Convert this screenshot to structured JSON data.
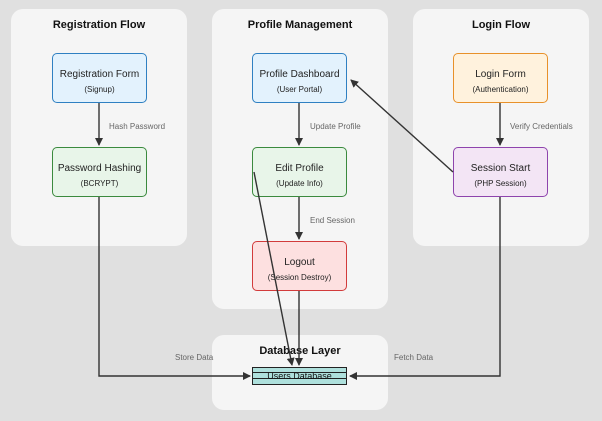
{
  "panels": {
    "registration": "Registration Flow",
    "profile": "Profile Management",
    "login": "Login Flow",
    "database": "Database Layer"
  },
  "nodes": {
    "registration_form": {
      "label": "Registration Form",
      "sub": "(Signup)"
    },
    "password_hashing": {
      "label": "Password Hashing",
      "sub": "(BCRYPT)"
    },
    "profile_dashboard": {
      "label": "Profile Dashboard",
      "sub": "(User Portal)"
    },
    "edit_profile": {
      "label": "Edit Profile",
      "sub": "(Update Info)"
    },
    "logout": {
      "label": "Logout",
      "sub": "(Session Destroy)"
    },
    "login_form": {
      "label": "Login Form",
      "sub": "(Authentication)"
    },
    "session_start": {
      "label": "Session Start",
      "sub": "(PHP Session)"
    },
    "users_database": {
      "label": "Users Database"
    }
  },
  "edges": {
    "hash_password": "Hash Password",
    "update_profile": "Update Profile",
    "end_session": "End Session",
    "verify_credentials": "Verify Credentials",
    "store_data": "Store Data",
    "fetch_data": "Fetch Data"
  },
  "colors": {
    "blue": "#2f80c2",
    "green": "#3b8a3e",
    "orange": "#e8912a",
    "purple": "#8e44ad",
    "red": "#d23b3b",
    "database_fill": "#aee0dc"
  }
}
